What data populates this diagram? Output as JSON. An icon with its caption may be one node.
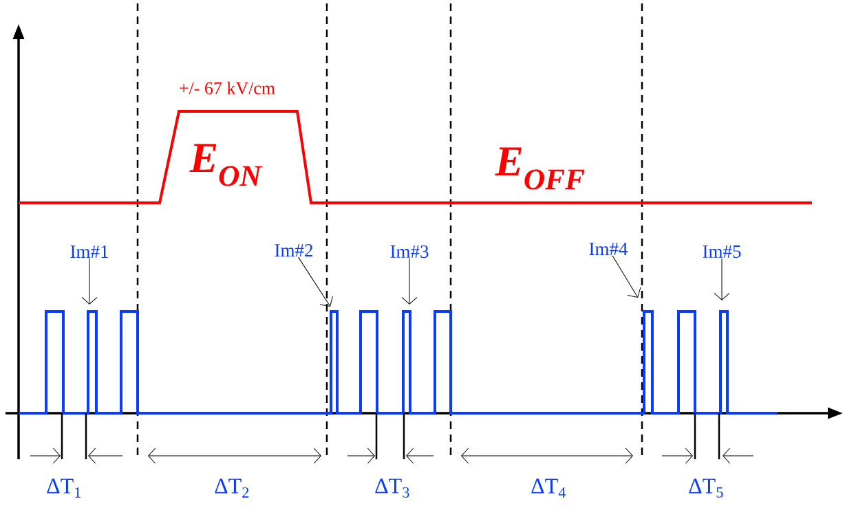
{
  "diagram": {
    "nodes": [
      {
        "text": [
          "Im#1"
        ]
      },
      {
        "text": [
          "Im#2"
        ]
      },
      {
        "text": [
          "Im#3"
        ]
      },
      {
        "text": [
          "Im#4"
        ]
      },
      {
        "text": [
          "Im#5"
        ]
      }
    ],
    "edges": [
      {
        "from": 0,
        "to": null,
        "arrow": "to"
      },
      {
        "from": 1,
        "to": null,
        "arrow": "to"
      },
      {
        "from": 2,
        "to": null,
        "arrow": "to"
      },
      {
        "from": 3,
        "to": null,
        "arrow": "to"
      },
      {
        "from": 4,
        "to": null,
        "arrow": "to"
      }
    ],
    "labels": [
      "+/- 67 kV/cm",
      "E$_{ON}$",
      "E$_{OFF}$",
      "ΔT$_{1}$",
      "ΔT$_{2}$",
      "ΔT$_{3}$",
      "ΔT$_{4}$",
      "ΔT$_{5}$"
    ]
  }
}
